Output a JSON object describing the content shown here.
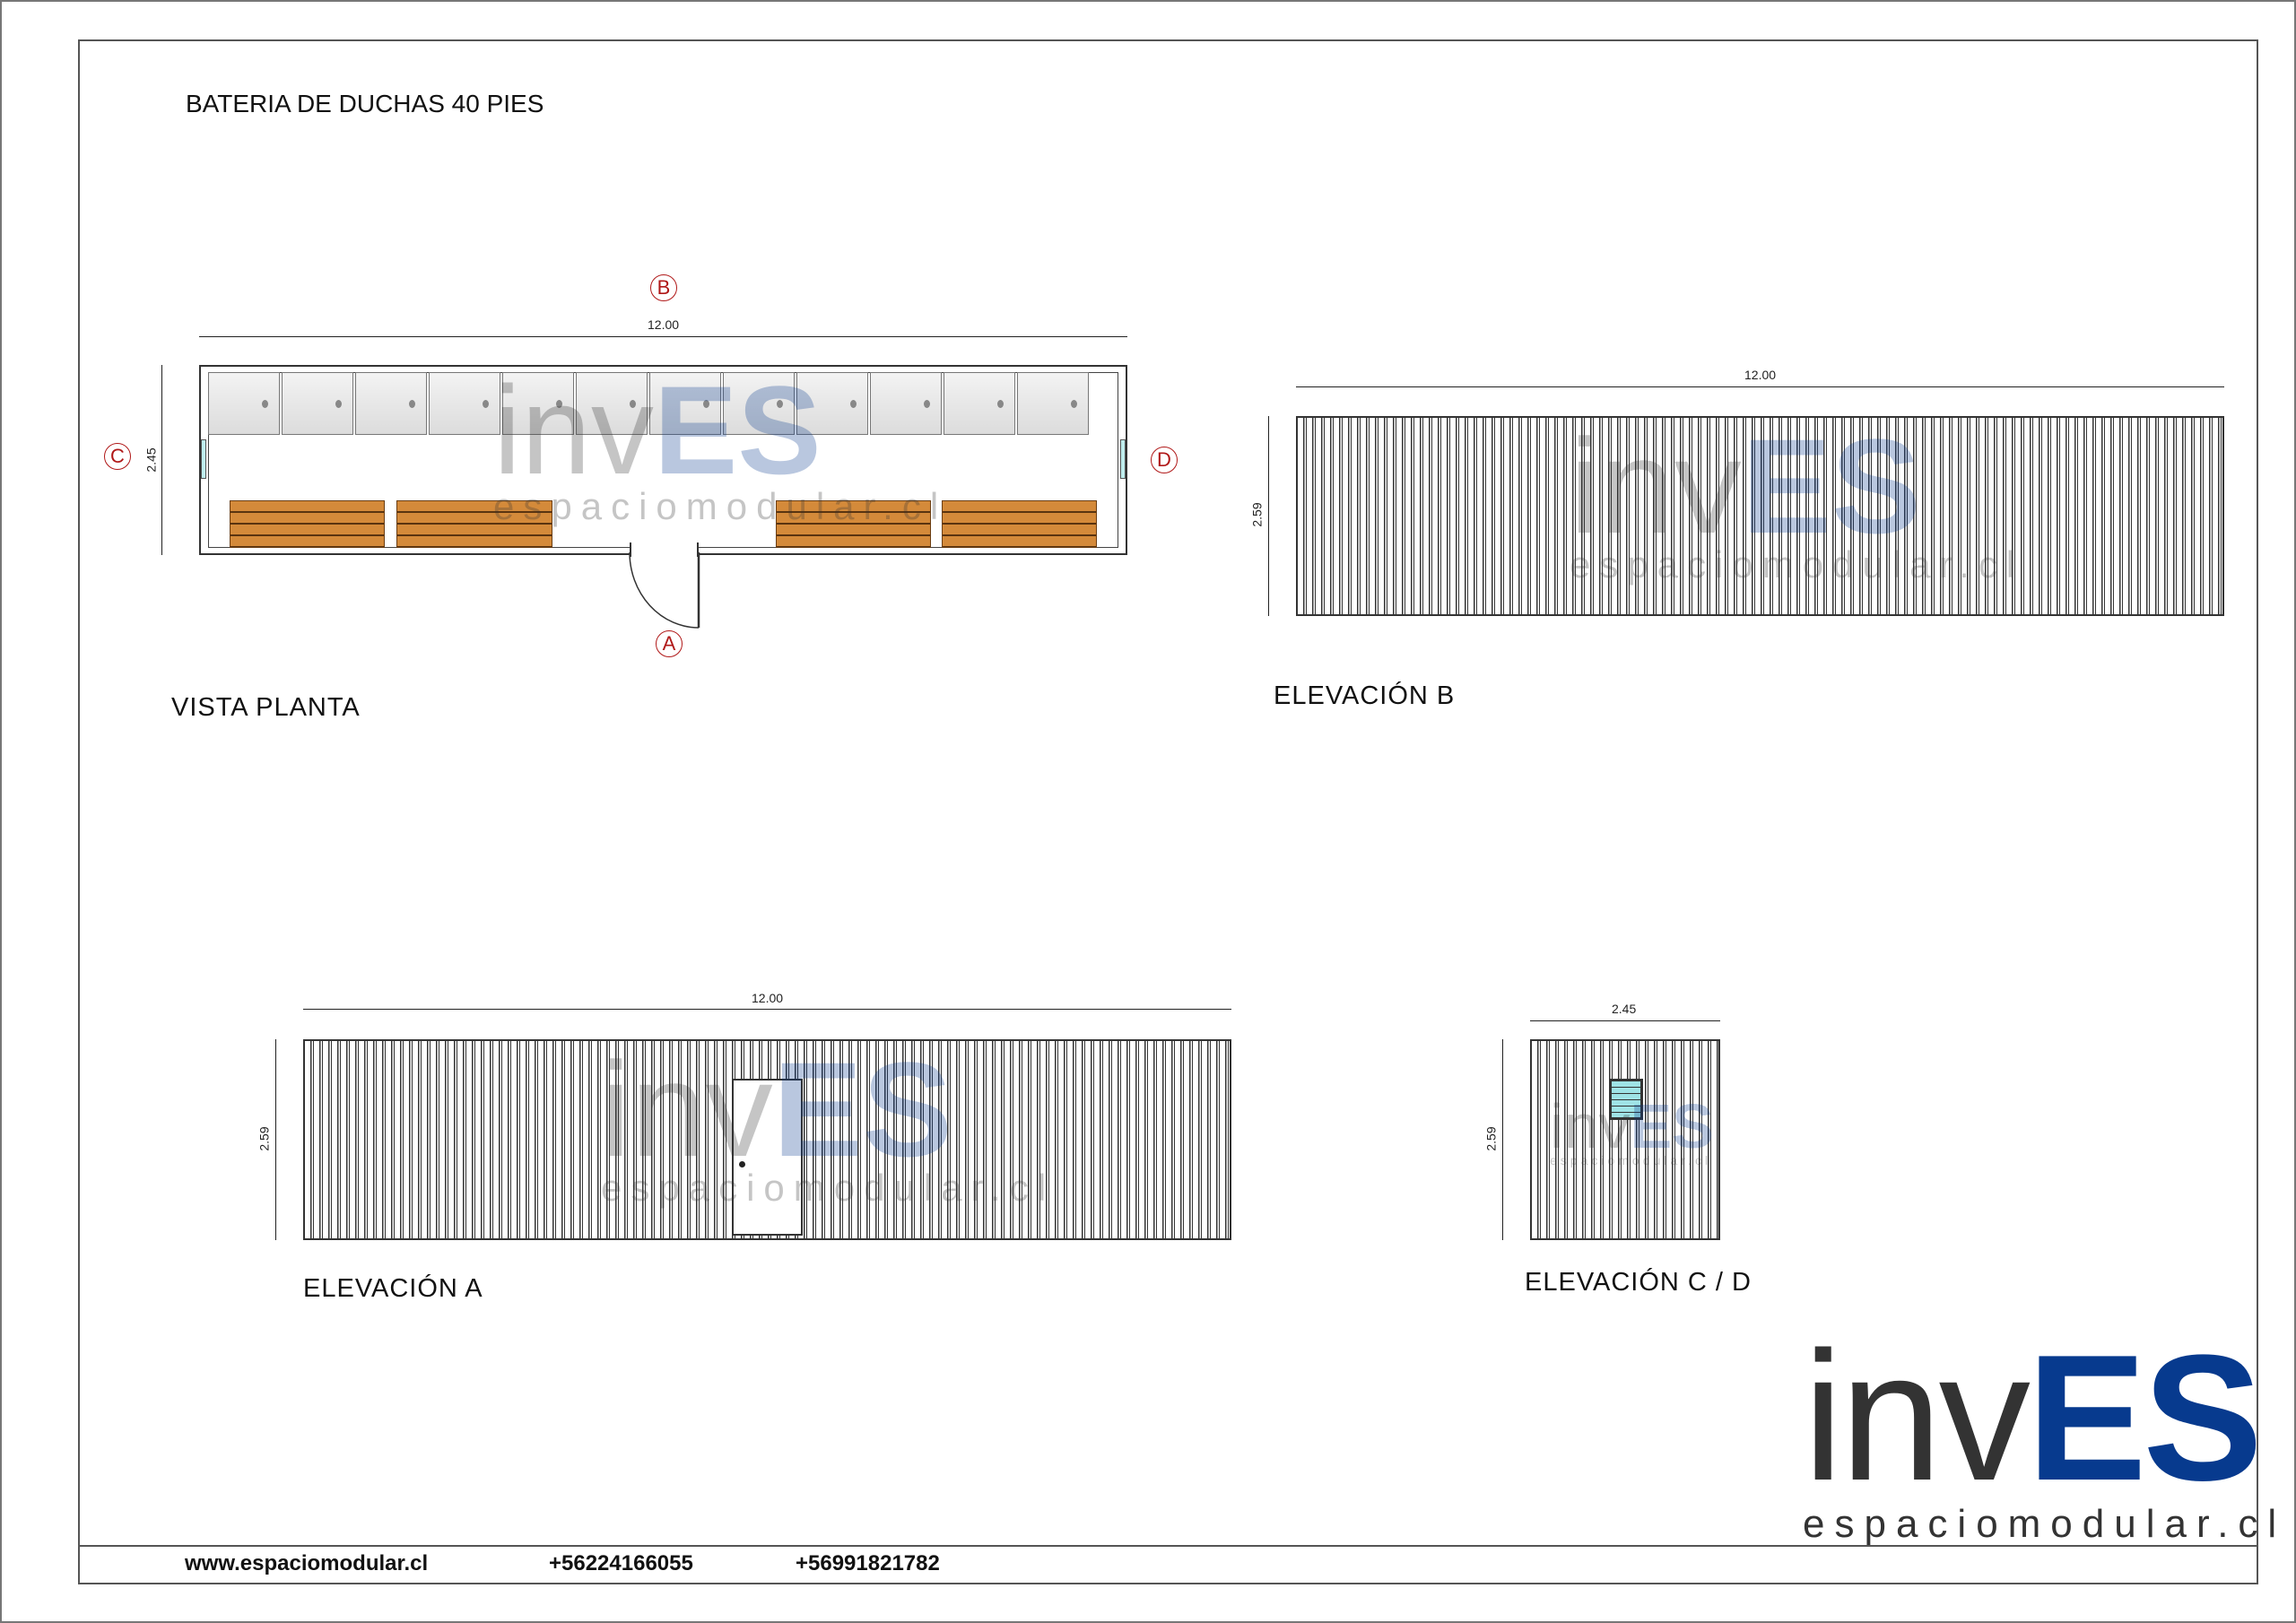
{
  "title": "BATERIA DE DUCHAS 40 PIES",
  "views": {
    "plan": {
      "label": "VISTA PLANTA",
      "width_dim": "12.00",
      "depth_dim": "2.45",
      "markers": {
        "a": "A",
        "b": "B",
        "c": "C",
        "d": "D"
      },
      "shower_count": 12,
      "bench_count": 4
    },
    "elev_b": {
      "label": "ELEVACIÓN  B",
      "width_dim": "12.00",
      "height_dim": "2.59"
    },
    "elev_a": {
      "label": "ELEVACIÓN  A",
      "width_dim": "12.00",
      "height_dim": "2.59"
    },
    "elev_cd": {
      "label": "ELEVACIÓN  C / D",
      "width_dim": "2.45",
      "height_dim": "2.59"
    }
  },
  "logo": {
    "part1": "inv",
    "part2": "ES",
    "sub": "espaciomodular.cl"
  },
  "footer": {
    "website": "www.espaciomodular.cl",
    "phone1": "+56224166055",
    "phone2": "+56991821782"
  },
  "colors": {
    "brand_blue": "#073a8e",
    "marker_red": "#b01818",
    "wood": "#d48a3a"
  }
}
